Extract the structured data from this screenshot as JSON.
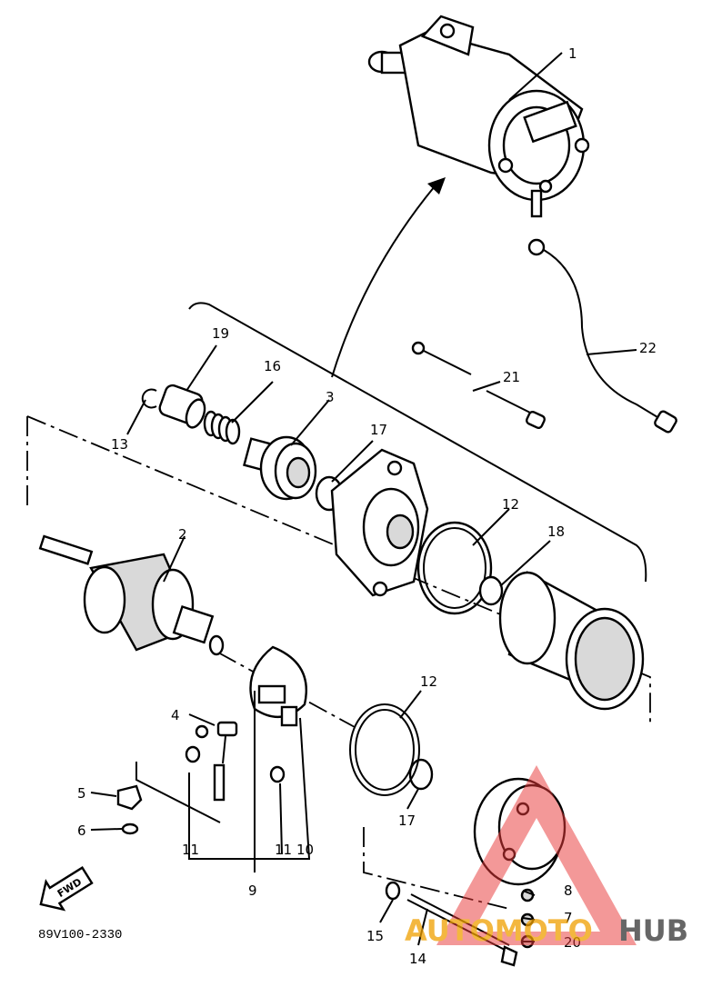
{
  "diagram": {
    "part_numbers": {
      "p1": "1",
      "p2": "2",
      "p3": "3",
      "p4": "4",
      "p5": "5",
      "p6": "6",
      "p7": "7",
      "p8": "8",
      "p9": "9",
      "p10": "10",
      "p11a": "11",
      "p11b": "11",
      "p12a": "12",
      "p12b": "12",
      "p13": "13",
      "p14": "14",
      "p15": "15",
      "p16": "16",
      "p17a": "17",
      "p17b": "17",
      "p18": "18",
      "p19": "19",
      "p20": "20",
      "p21": "21",
      "p22": "22"
    },
    "drawing_code": "89V100-2330",
    "front_marker": "FWD"
  },
  "watermark": {
    "part1": "AUTOMOTO",
    "part2": "HUB",
    "color_accent": "#f0a000",
    "color_triangle": "#e83a3a"
  }
}
